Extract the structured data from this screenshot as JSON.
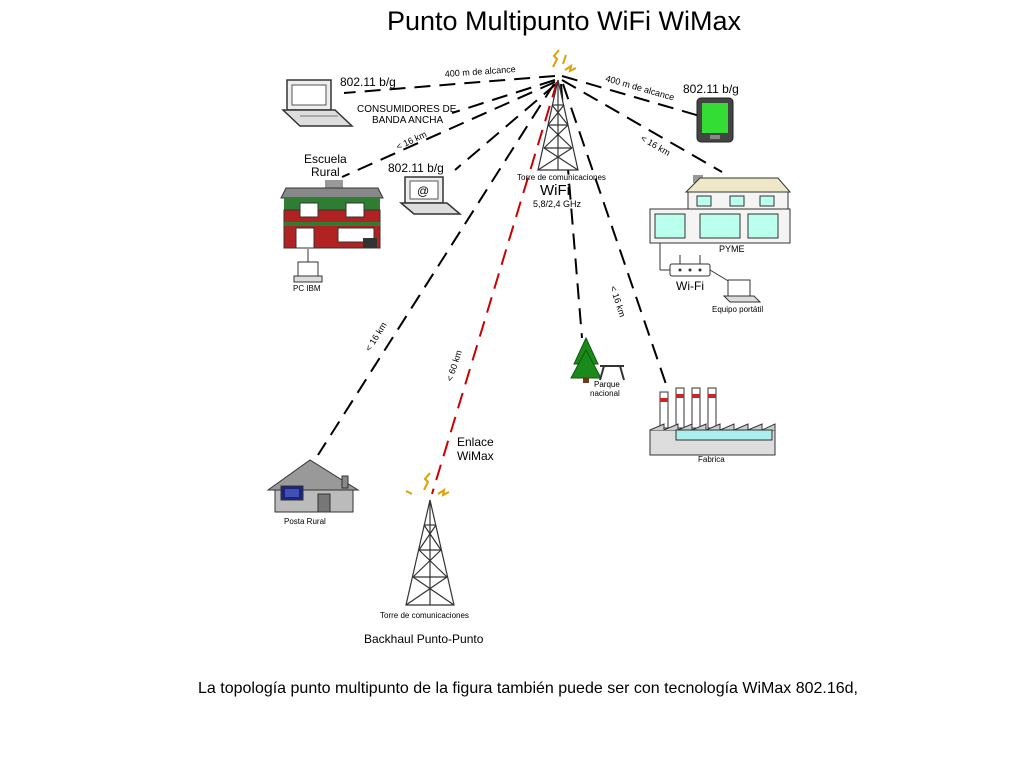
{
  "title": "Punto Multipunto WiFi WiMax",
  "caption": "La topología punto multipunto de la figura también puede ser con tecnología WiMax 802.16d,",
  "tower": {
    "name": "Torre de comunicaciones",
    "tech": "WiFi",
    "freq": "5,8/2,4 GHz"
  },
  "links": {
    "laptop_left": "400 m de alcance",
    "pda": "400 m de alcance",
    "school": "< 16 km",
    "pyme": "< 16 km",
    "park": "< 16 km",
    "posta": "< 16 km",
    "backhaul": "< 60 km"
  },
  "nodes": {
    "laptop_left_std": "802.11 b/g",
    "consumers_line1": "CONSUMIDORES DE",
    "consumers_line2": "BANDA ANCHA",
    "pda_std": "802.11 b/g",
    "school_line1": "Escuela",
    "school_line2": "Rural",
    "laptop_mid_std": "802.11 b/g",
    "pc_ibm": "PC IBM",
    "pyme": "PYME",
    "wifi": "Wi-Fi",
    "laptop_pyme": "Equipo portátil",
    "park_line1": "Parque",
    "park_line2": "nacional",
    "factory": "Fabrica",
    "posta": "Posta Rural",
    "enlace_line1": "Enlace",
    "enlace_line2": "WiMax",
    "tower2": "Torre de comunicaciones",
    "backhaul": "Backhaul Punto-Punto"
  },
  "colors": {
    "link": "#000000",
    "wimax_link": "#cc0000",
    "pda_screen": "#33dd33",
    "house_roof": "#2e7d32",
    "house_wall": "#b22222",
    "tree": "#1a8a1a",
    "factory_chimney": "#c62828"
  },
  "icons": [
    "laptop-icon",
    "pda-icon",
    "school-icon",
    "pc-icon",
    "office-icon",
    "router-icon",
    "tree-icon",
    "picnic-table-icon",
    "factory-icon",
    "house-icon",
    "tower-icon",
    "antenna-spark-icon"
  ]
}
